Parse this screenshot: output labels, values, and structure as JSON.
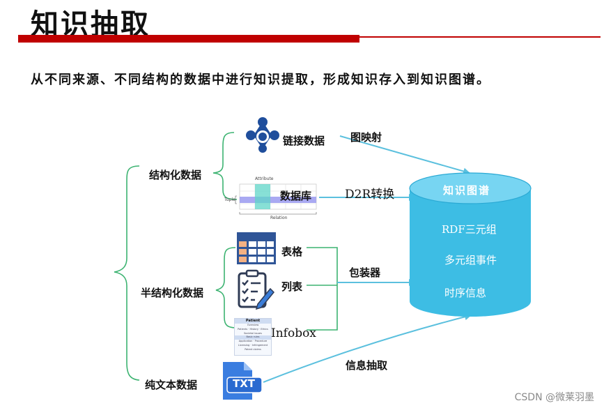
{
  "title": "知识抽取",
  "subtitle": "从不同来源、不同结构的数据中进行知识提取，形成知识存入到知识图谱。",
  "categories": {
    "structured": "结构化数据",
    "semi_structured": "半结构化数据",
    "plain_text": "纯文本数据"
  },
  "sources": {
    "linked_data": "链接数据",
    "database": "数据库",
    "table": "表格",
    "list": "列表",
    "infobox": "Infobox"
  },
  "db_figure": {
    "attribute": "Attribute",
    "tuple": "Tuple",
    "relation": "Relation"
  },
  "infobox_figure": {
    "header": "Patient",
    "rows": [
      "Overview",
      "Patients · History · Ethics",
      "Societal issues",
      "Basic rules",
      "Application · Procedure",
      "Licensing · Infringement",
      "Patent claims"
    ]
  },
  "txt_icon_label": "TXT",
  "methods": {
    "graph_mapping": "图映射",
    "d2r": "D2R转换",
    "wrapper": "包装器",
    "info_extraction": "信息抽取"
  },
  "knowledge_graph": {
    "title": "知识图谱",
    "items": [
      "RDF三元组",
      "多元组事件",
      "时序信息"
    ]
  },
  "colors": {
    "red_bar": "#c00000",
    "arrow": "#5bc0de",
    "bracket": "#3cb371",
    "cylinder_body": "#3dbde4",
    "cylinder_top": "#77d5f2"
  },
  "watermark": "CSDN @微莱羽墨"
}
